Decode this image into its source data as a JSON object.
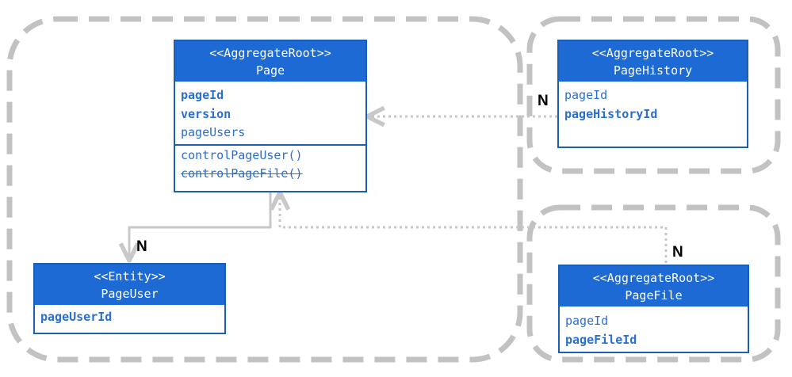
{
  "classes": {
    "page": {
      "stereotype": "<<AggregateRoot>>",
      "name": "Page",
      "attributes": [
        "pageId",
        "version",
        "pageUsers"
      ],
      "methods": [
        "controlPageUser()",
        "controlPageFile()"
      ]
    },
    "page_history": {
      "stereotype": "<<AggregateRoot>>",
      "name": "PageHistory",
      "attributes": [
        "pageId",
        "pageHistoryId"
      ]
    },
    "page_user": {
      "stereotype": "<<Entity>>",
      "name": "PageUser",
      "attributes": [
        "pageUserId"
      ]
    },
    "page_file": {
      "stereotype": "<<AggregateRoot>>",
      "name": "PageFile",
      "attributes": [
        "pageId",
        "pageFileId"
      ]
    }
  },
  "multiplicities": {
    "page_history": "N",
    "page_user": "N",
    "page_file": "N"
  },
  "colors": {
    "class_header": "#1e6ad4",
    "class_border": "#1a5fb4",
    "text_blue": "#2a6fd1",
    "boundary": "#c2c2c2",
    "connector": "#c8c8c8"
  }
}
